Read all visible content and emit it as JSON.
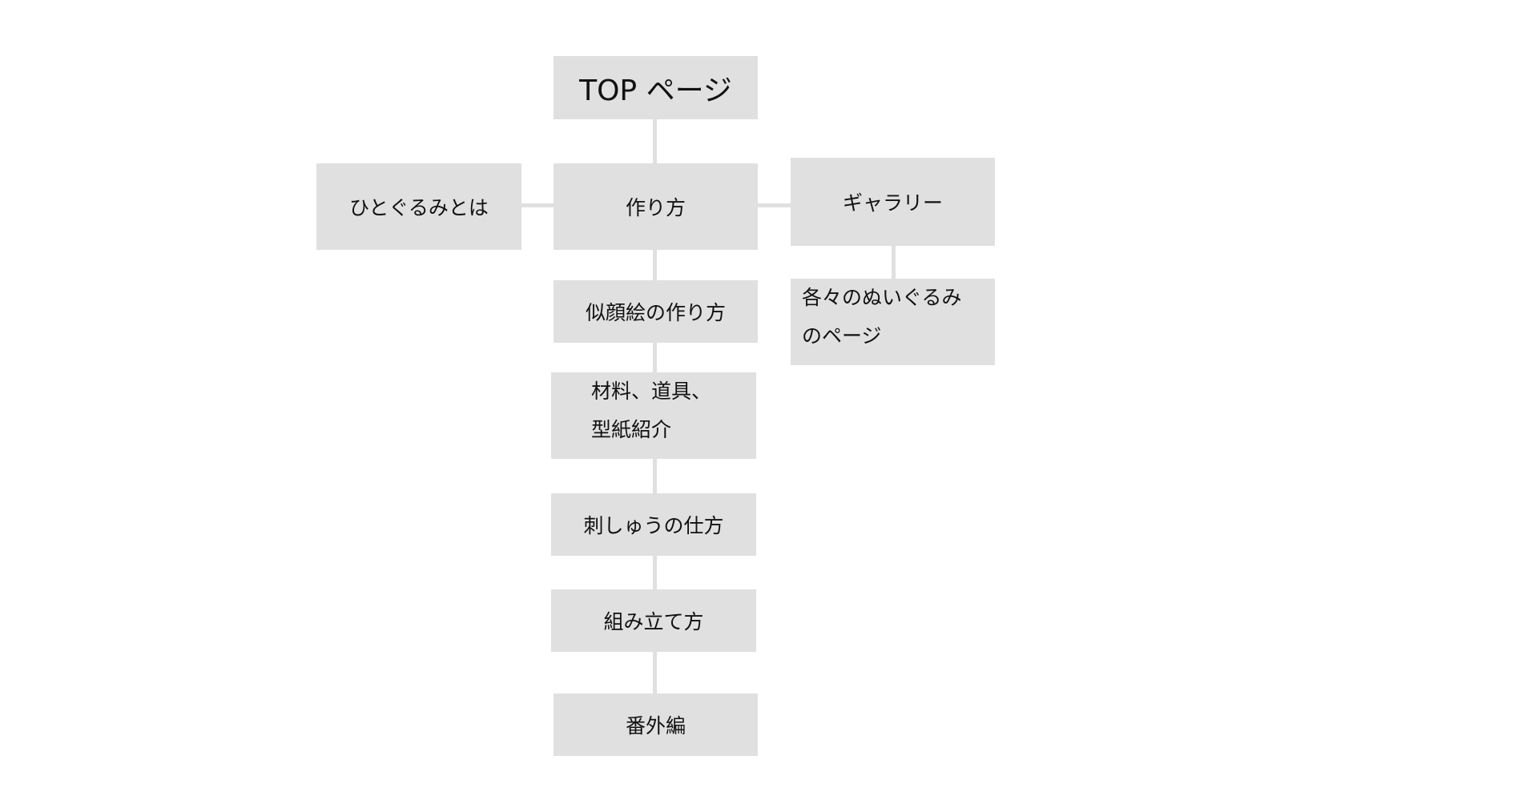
{
  "nodes": {
    "top": "TOP ページ",
    "about": "ひとぐるみとは",
    "howto": "作り方",
    "gallery": "ギャラリー",
    "portrait": "似顔絵の作り方",
    "materials_line1": "材料、道具、",
    "materials_line2": "型紙紹介",
    "embroidery": "刺しゅうの仕方",
    "assembly": "組み立て方",
    "extra": "番外編",
    "each_line1": "各々のぬいぐるみ",
    "each_line2": "のページ"
  },
  "colors": {
    "box": "#e0e0e0",
    "connector": "#e0e0e0",
    "text": "#111111"
  }
}
